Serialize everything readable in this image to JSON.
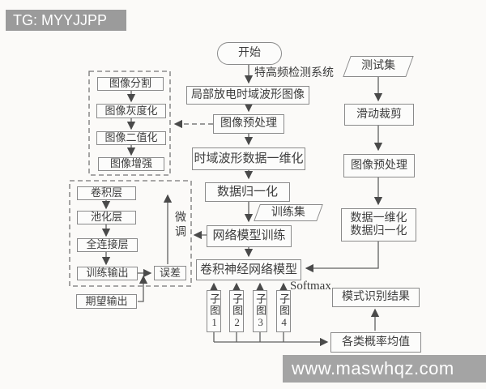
{
  "watermarks": {
    "top_left": "TG: MYYJJPP",
    "bottom_right": "www.maswhqz.com"
  },
  "flowchart": {
    "start": "开始",
    "uhf_system_label": "特高频检测系统",
    "softmax_label": "Softmax",
    "fine_tune_label": "微调",
    "main_column": {
      "pd_waveform_image": "局部放电时域波形图像",
      "image_preprocess": "图像预处理",
      "waveform_to_1d": "时域波形数据一维化",
      "data_normalize": "数据归一化",
      "train_set": "训练集",
      "model_training": "网络模型训练",
      "cnn_model": "卷积神经网络模型",
      "sub_images": [
        "子图1",
        "子图2",
        "子图3",
        "子图4"
      ]
    },
    "test_column": {
      "test_set": "测试集",
      "sliding_crop": "滑动裁剪",
      "image_preprocess": "图像预处理",
      "data_to_1d": "数据一维化",
      "data_normalize": "数据归一化",
      "pattern_result": "模式识别结果",
      "class_prob_mean": "各类概率均值"
    },
    "preprocess_group": {
      "segmentation": "图像分割",
      "grayscale": "图像灰度化",
      "binarization": "图像二值化",
      "enhancement": "图像增强"
    },
    "cnn_group": {
      "conv_layer": "卷积层",
      "pooling_layer": "池化层",
      "fc_layer": "全连接层",
      "training_output": "训练输出",
      "error": "误差",
      "expected_output": "期望输出"
    }
  }
}
